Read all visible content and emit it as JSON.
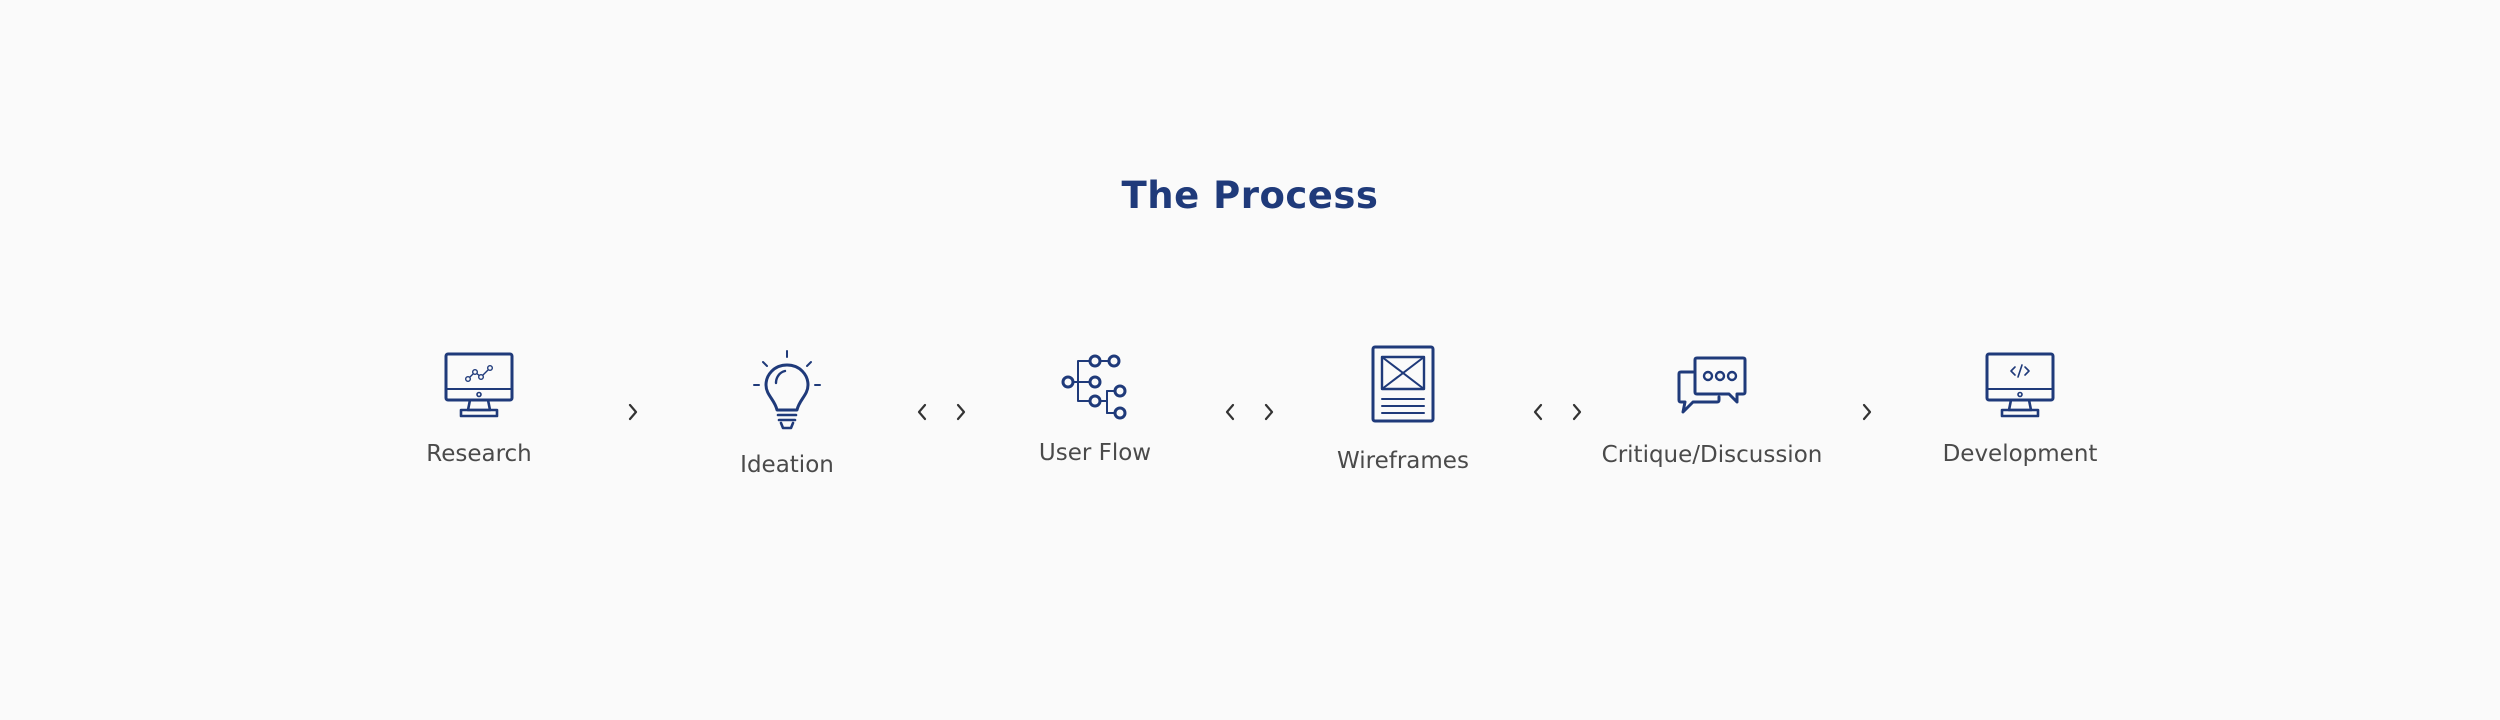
{
  "title": "The Process",
  "colors": {
    "accent": "#1f3a7a",
    "label": "#4a4a4a",
    "arrow": "#333333",
    "background": "#fafafa"
  },
  "steps": [
    {
      "label": "Research",
      "icon": "monitor-chart-icon"
    },
    {
      "label": "Ideation",
      "icon": "lightbulb-icon"
    },
    {
      "label": "User Flow",
      "icon": "flow-tree-icon"
    },
    {
      "label": "Wireframes",
      "icon": "wireframe-document-icon"
    },
    {
      "label": "Critique/Discussion",
      "icon": "chat-bubbles-icon"
    },
    {
      "label": "Development",
      "icon": "monitor-code-icon"
    }
  ],
  "connectors": [
    {
      "from": "Research",
      "to": "Ideation",
      "arrows": [
        "right"
      ]
    },
    {
      "from": "Ideation",
      "to": "User Flow",
      "arrows": [
        "left",
        "right"
      ]
    },
    {
      "from": "User Flow",
      "to": "Wireframes",
      "arrows": [
        "left",
        "right"
      ]
    },
    {
      "from": "Wireframes",
      "to": "Critique/Discussion",
      "arrows": [
        "left",
        "right"
      ]
    },
    {
      "from": "Critique/Discussion",
      "to": "Development",
      "arrows": [
        "right"
      ]
    }
  ]
}
